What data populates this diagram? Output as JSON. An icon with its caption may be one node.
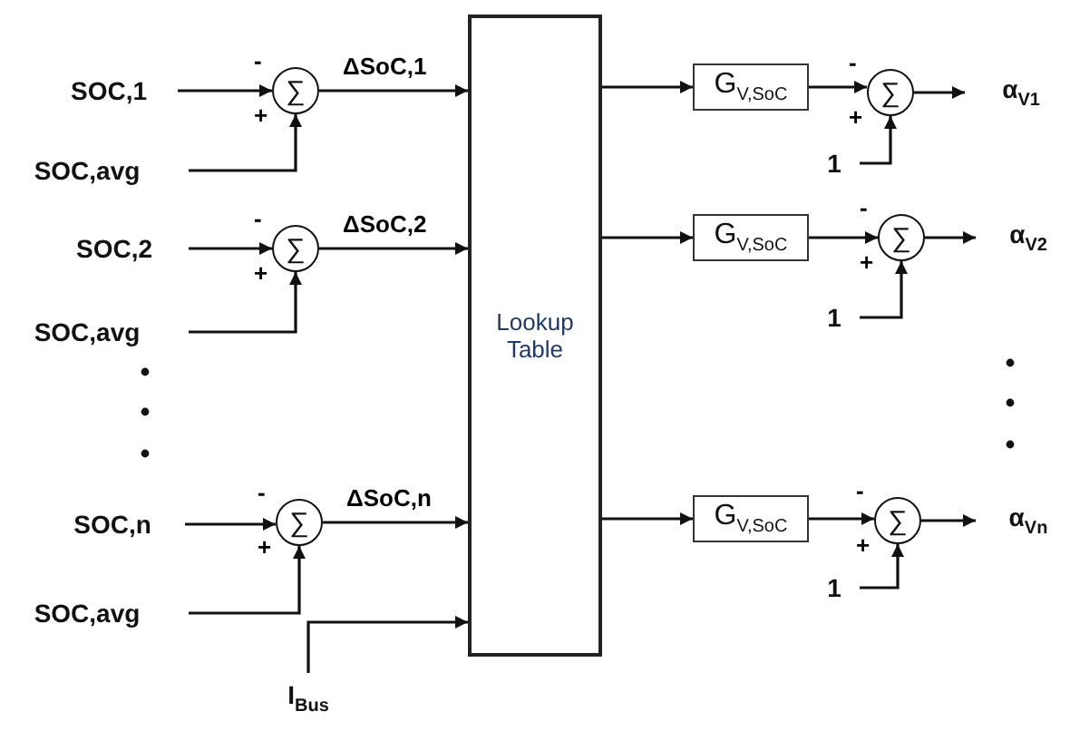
{
  "diagram": {
    "nodes": [
      {
        "text": [
          "SOC,1"
        ]
      },
      {
        "text": [
          "SOC,avg"
        ]
      },
      {
        "text": [
          "∑"
        ],
        "beside": [
          "-",
          "+"
        ]
      },
      {
        "text": [
          "SOC,2"
        ]
      },
      {
        "text": [
          "SOC,avg"
        ]
      },
      {
        "text": [
          "∑"
        ],
        "beside": [
          "-",
          "+"
        ]
      },
      {
        "text": [
          "SOC,n"
        ]
      },
      {
        "text": [
          "SOC,avg"
        ]
      },
      {
        "text": [
          "∑"
        ],
        "beside": [
          "-",
          "+"
        ]
      },
      {
        "text": [
          "I$_{Bus}$"
        ]
      },
      {
        "text": [
          "Lookup Table"
        ]
      },
      {
        "text": [
          "G$_{V,SoC}$"
        ]
      },
      {
        "text": [
          "∑"
        ],
        "beside": [
          "-",
          "+"
        ]
      },
      {
        "text": [
          "1"
        ]
      },
      {
        "text": [
          "α$_{V1}$"
        ]
      },
      {
        "text": [
          "G$_{V,SoC}$"
        ]
      },
      {
        "text": [
          "∑"
        ],
        "beside": [
          "-",
          "+"
        ]
      },
      {
        "text": [
          "1"
        ]
      },
      {
        "text": [
          "α$_{V2}$"
        ]
      },
      {
        "text": [
          "G$_{V,SoC}$"
        ]
      },
      {
        "text": [
          "∑"
        ],
        "beside": [
          "-",
          "+"
        ]
      },
      {
        "text": [
          "1"
        ]
      },
      {
        "text": [
          "α$_{Vn}$"
        ]
      }
    ],
    "edges": [
      {
        "from": 0,
        "to": 2,
        "arrow": "to"
      },
      {
        "from": 1,
        "to": 2,
        "arrow": "to"
      },
      {
        "from": 2,
        "to": 10,
        "arrow": "to",
        "label": "ΔSoC,1"
      },
      {
        "from": 3,
        "to": 5,
        "arrow": "to"
      },
      {
        "from": 4,
        "to": 5,
        "arrow": "to"
      },
      {
        "from": 5,
        "to": 10,
        "arrow": "to",
        "label": "ΔSoC,2"
      },
      {
        "from": 6,
        "to": 8,
        "arrow": "to"
      },
      {
        "from": 7,
        "to": 8,
        "arrow": "to"
      },
      {
        "from": 8,
        "to": 10,
        "arrow": "to",
        "label": "ΔSoC,n"
      },
      {
        "from": 9,
        "to": 10,
        "arrow": "to"
      },
      {
        "from": 10,
        "to": 11,
        "arrow": "to"
      },
      {
        "from": 11,
        "to": 12,
        "arrow": "to"
      },
      {
        "from": 13,
        "to": 12,
        "arrow": "to"
      },
      {
        "from": 12,
        "to": 14,
        "arrow": "to"
      },
      {
        "from": 10,
        "to": 15,
        "arrow": "to"
      },
      {
        "from": 15,
        "to": 16,
        "arrow": "to"
      },
      {
        "from": 17,
        "to": 16,
        "arrow": "to"
      },
      {
        "from": 16,
        "to": 18,
        "arrow": "to"
      },
      {
        "from": 10,
        "to": 19,
        "arrow": "to"
      },
      {
        "from": 19,
        "to": 20,
        "arrow": "to"
      },
      {
        "from": 21,
        "to": 20,
        "arrow": "to"
      },
      {
        "from": 20,
        "to": 22,
        "arrow": "to"
      }
    ]
  }
}
